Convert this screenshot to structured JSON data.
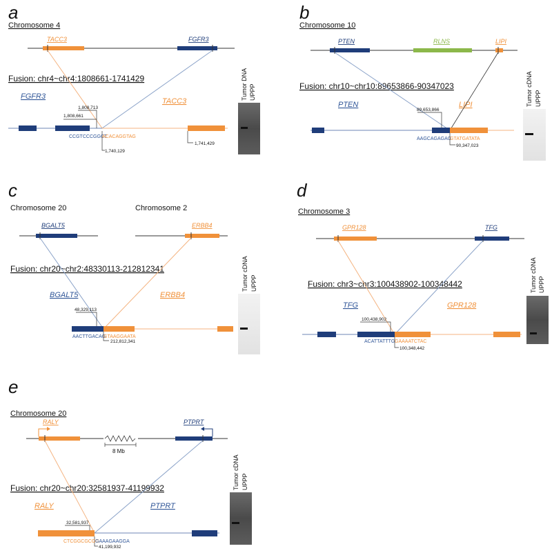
{
  "colors": {
    "blue": "#1f3d7a",
    "orange": "#f0913a",
    "green": "#8cb84a",
    "line_blue": "#8aa2c8",
    "line_orange": "#f4b380",
    "line_grey": "#333333"
  },
  "gel": {
    "label1": "Tumor DNA",
    "label2": "UPPP",
    "label1_cdna": "Tumor cDNA"
  },
  "panels": [
    {
      "letter": "a",
      "chromosomes": [
        "Chromosome 4"
      ],
      "genes_top": [
        "TACC3",
        "FGFR3"
      ],
      "fusion": "Fusion: chr4~chr4:1808661-1741429",
      "genes_bottom": [
        "FGFR3",
        "TACC3"
      ],
      "coords": [
        "1,808,713",
        "1,808,661",
        "1,740,129",
        "1,741,429"
      ],
      "seq_left": "CCGTCCCGGCT",
      "seq_right": "ACACAGGTAG",
      "gel_label": "Tumor DNA"
    },
    {
      "letter": "b",
      "chromosomes": [
        "Chromosome 10"
      ],
      "genes_top": [
        "PTEN",
        "RLNS",
        "LIPI"
      ],
      "fusion": "Fusion: chr10~chr10:89653866-90347023",
      "genes_bottom": [
        "PTEN",
        "LIPI"
      ],
      "coords": [
        "89,653,866",
        "90,347,023"
      ],
      "seq_left": "AAGCAGAGAG",
      "seq_right": "GTATGATATA",
      "gel_label": "Tumor cDNA"
    },
    {
      "letter": "c",
      "chromosomes": [
        "Chromosome 20",
        "Chromosome 2"
      ],
      "genes_top": [
        "BGALT5",
        "ERBB4"
      ],
      "fusion": "Fusion: chr20~chr2:48330113-212812341",
      "genes_bottom": [
        "BGALT5",
        "ERBB4"
      ],
      "coords": [
        "48,329,113",
        "212,812,341"
      ],
      "seq_left": "AACTTGACAG",
      "seq_right": "GTAAGGAATA",
      "gel_label": "Tumor cDNA"
    },
    {
      "letter": "d",
      "chromosomes": [
        "Chromosome 3"
      ],
      "genes_top": [
        "GPR128",
        "TFG"
      ],
      "fusion": "Fusion: chr3~chr3:100438902-100348442",
      "genes_bottom": [
        "TFG",
        "GPR128"
      ],
      "coords": [
        "100,438,902",
        "100,348,442"
      ],
      "seq_left": "ACATTATTTG",
      "seq_right": "GAAAATCTAC",
      "gel_label": "Tumor cDNA"
    },
    {
      "letter": "e",
      "chromosomes": [
        "Chromosome 20"
      ],
      "genes_top": [
        "RALY",
        "PTPRT"
      ],
      "scale": "8 Mb",
      "fusion": "Fusion: chr20~chr20:32581937-41199932",
      "genes_bottom": [
        "RALY",
        "PTPRT"
      ],
      "coords": [
        "32,581,937",
        "41,199,932"
      ],
      "seq_left": "CTCGGCGCGG",
      "seq_right": "GAAAGAAGGA",
      "gel_label": "Tumor cDNA"
    }
  ]
}
